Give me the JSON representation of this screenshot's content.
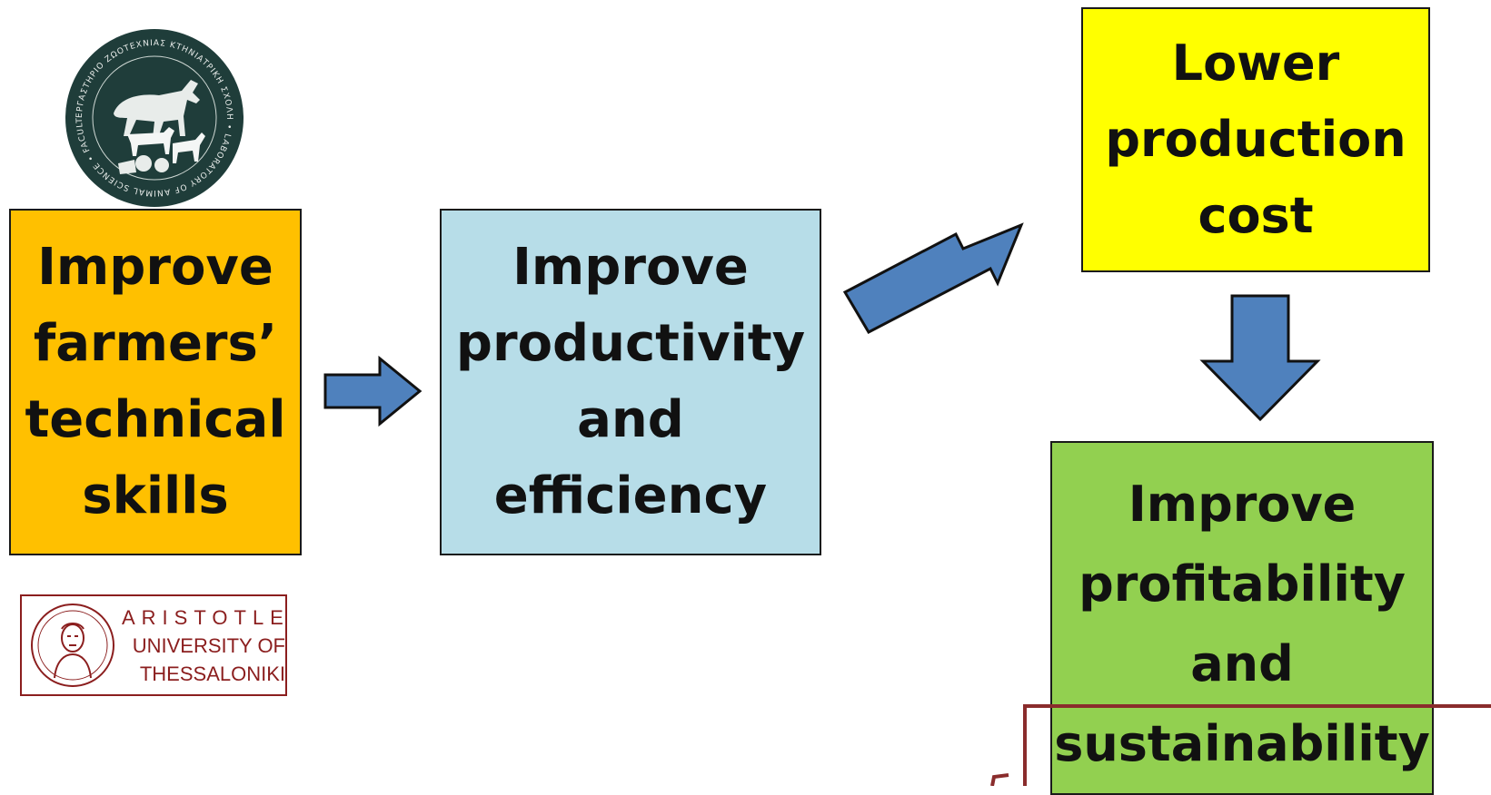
{
  "boxes": {
    "skills": {
      "lines": [
        "Improve",
        "farmers’",
        "technical",
        "skills"
      ],
      "color": "#ffc000"
    },
    "productivity": {
      "lines": [
        "Improve",
        "productivity",
        "and",
        "efficiency"
      ],
      "color": "#b7dde8"
    },
    "cost": {
      "lines": [
        "Lower",
        "production",
        "cost"
      ],
      "color": "#ffff00"
    },
    "profit": {
      "lines": [
        "Improve",
        "profitability",
        "and",
        "sustainability"
      ],
      "color": "#92d050"
    }
  },
  "logos": {
    "vet_lab": {
      "text": "ΕΡΓΑΣΤΗΡΙΟ ΖΩΟΤΕΧΝΙΑΣ ΚΤΗΝΙΑΤΡΙΚΗ ΣΧΟΛΗ • LABORATORY OF ANIMAL SCIENCE • FACULTY OF VETERINARY MEDICINE •"
    },
    "university": {
      "lines": [
        "ARISTOTLE",
        "UNIVERSITY OF",
        "THESSALONIKI"
      ]
    }
  },
  "colors": {
    "arrow_fill": "#4f81bd",
    "arrow_stroke": "#111111",
    "highlight": "#8a2c2c"
  }
}
